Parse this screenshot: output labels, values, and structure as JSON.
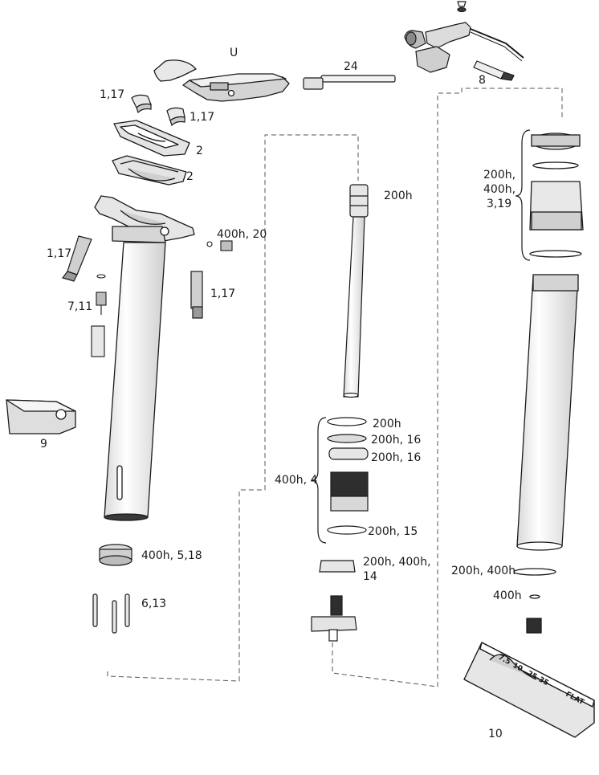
{
  "labels": {
    "u": "U",
    "l24": "24",
    "l8": "8",
    "a": "1,17",
    "b": "1,17",
    "c": "2",
    "d": "2",
    "e": "200h",
    "f": "400h, 20",
    "g": "1,17",
    "h": "1,17",
    "i": "7,11",
    "j": "9",
    "k1": "200h",
    "k2": "200h, 16",
    "k3": "200h, 16",
    "k4": "400h, 4",
    "k5": "200h, 15",
    "k6a": "200h, 400h,",
    "k6b": "14",
    "m1": "400h, 5,18",
    "m2": "6,13",
    "r1": "200h,",
    "r2": "400h,",
    "r3": "3,19",
    "s1": "200h, 400h",
    "s2": "400h",
    "t10": "10"
  },
  "tool_markings": [
    "7.5",
    "10",
    "25-35",
    "FLAT"
  ],
  "colors": {
    "line": "#1a1a1a",
    "fill_light": "#e6e6e6",
    "fill_mid": "#c8c8c8",
    "fill_dark": "#3a3a3a",
    "dash": "#555555"
  }
}
